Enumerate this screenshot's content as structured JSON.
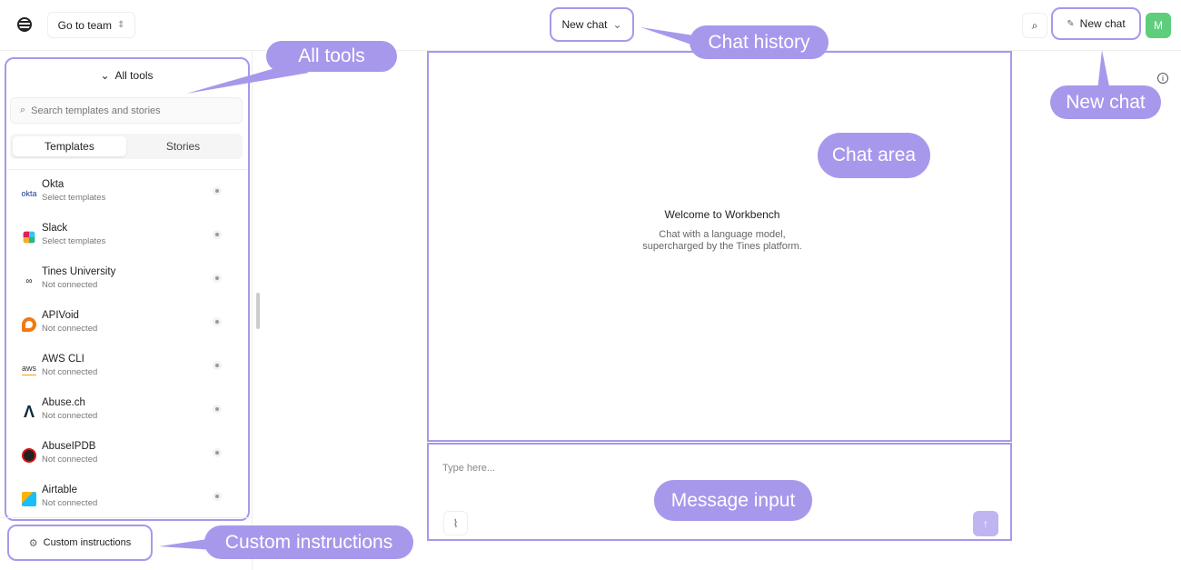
{
  "header": {
    "team_button": "Go to team",
    "chat_history": "New chat",
    "new_chat": "New chat",
    "avatar": "M",
    "avatar_color": "#5fce7c"
  },
  "sidebar": {
    "all_tools": "All tools",
    "search_placeholder": "Search templates and stories",
    "tabs": [
      "Templates",
      "Stories"
    ],
    "items": [
      {
        "name": "Okta",
        "status": "Select templates",
        "icon": "okta-logo"
      },
      {
        "name": "Slack",
        "status": "Select templates",
        "icon": "slack-logo"
      },
      {
        "name": "Tines University",
        "status": "Not connected",
        "icon": "tines-logo"
      },
      {
        "name": "APIVoid",
        "status": "Not connected",
        "icon": "apivoid-logo"
      },
      {
        "name": "AWS CLI",
        "status": "Not connected",
        "icon": "aws-logo"
      },
      {
        "name": "Abuse.ch",
        "status": "Not connected",
        "icon": "abusech-logo"
      },
      {
        "name": "AbuseIPDB",
        "status": "Not connected",
        "icon": "abuseipdb-logo"
      },
      {
        "name": "Airtable",
        "status": "Not connected",
        "icon": "airtable-logo"
      }
    ],
    "custom_instructions": "Custom instructions"
  },
  "chat": {
    "welcome_title": "Welcome to Workbench",
    "welcome_line1": "Chat with a language model,",
    "welcome_line2": "supercharged by the Tines platform.",
    "input_placeholder": "Type here..."
  },
  "annotations": {
    "all_tools": "All tools",
    "chat_history": "Chat history",
    "new_chat": "New chat",
    "chat_area": "Chat area",
    "message_input": "Message input",
    "custom_instructions": "Custom instructions",
    "color": "#a898ec"
  }
}
